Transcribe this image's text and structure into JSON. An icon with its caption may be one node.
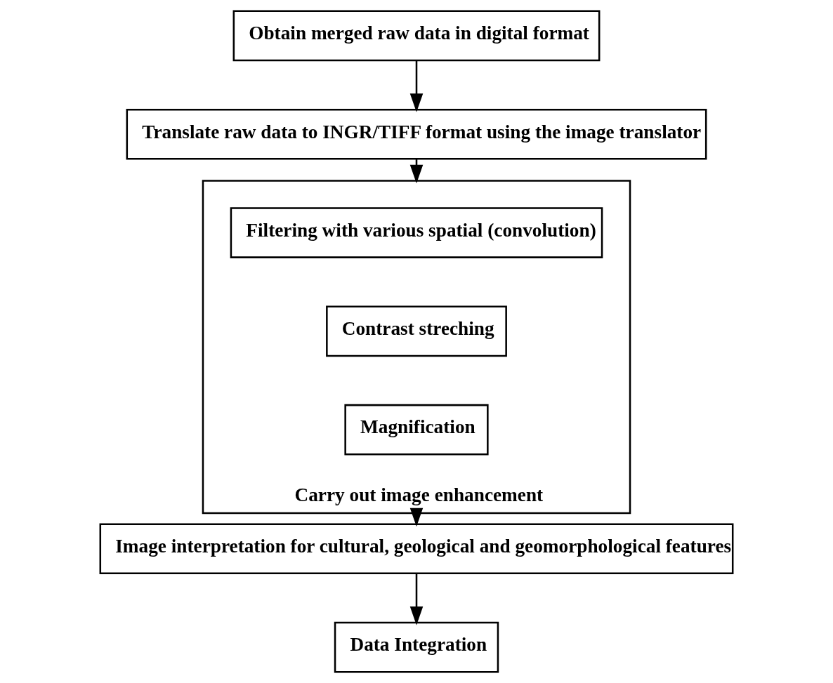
{
  "diagram": {
    "nodes": [
      {
        "text": [
          "Obtain merged raw data in digital format"
        ]
      },
      {
        "text": [
          "Translate raw data to INGR/TIFF format using the image translator"
        ]
      },
      {
        "text": [
          "Carry out image enhancement"
        ]
      },
      {
        "text": [
          "Filtering with various spatial (convolution)"
        ],
        "in": 2
      },
      {
        "text": [
          "Contrast streching"
        ],
        "in": 2
      },
      {
        "text": [
          "Magnification"
        ],
        "in": 2
      },
      {
        "text": [
          "Image interpretation for cultural, geological and geomorphological features"
        ]
      },
      {
        "text": [
          "Data Integration"
        ]
      }
    ],
    "edges": [
      {
        "from": 0,
        "to": 1,
        "arrow": "to"
      },
      {
        "from": 1,
        "to": 2,
        "arrow": "to"
      },
      {
        "from": 2,
        "to": 6,
        "arrow": "to"
      },
      {
        "from": 6,
        "to": 7,
        "arrow": "to"
      }
    ]
  }
}
